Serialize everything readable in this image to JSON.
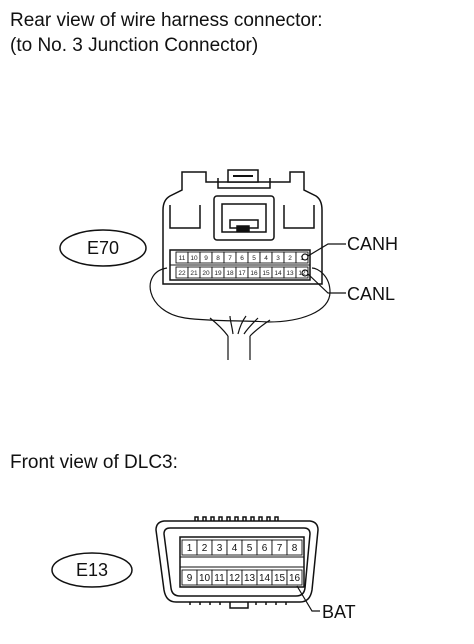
{
  "captions": {
    "rear_view_line1": "Rear view of wire harness connector:",
    "rear_view_line2": "(to No. 3 Junction Connector)",
    "front_view": "Front view of DLC3:"
  },
  "connector_e70": {
    "id": "E70",
    "top_row_pins": [
      "11",
      "10",
      "9",
      "8",
      "7",
      "6",
      "5",
      "4",
      "3",
      "2",
      "1"
    ],
    "bottom_row_pins": [
      "22",
      "21",
      "20",
      "19",
      "18",
      "17",
      "16",
      "15",
      "14",
      "13",
      "12"
    ],
    "canh_label": "CANH",
    "canl_label": "CANL"
  },
  "connector_e13": {
    "id": "E13",
    "top_row_pins": [
      "1",
      "2",
      "3",
      "4",
      "5",
      "6",
      "7",
      "8"
    ],
    "bottom_row_pins": [
      "9",
      "10",
      "11",
      "12",
      "13",
      "14",
      "15",
      "16"
    ],
    "bat_label": "BAT"
  }
}
